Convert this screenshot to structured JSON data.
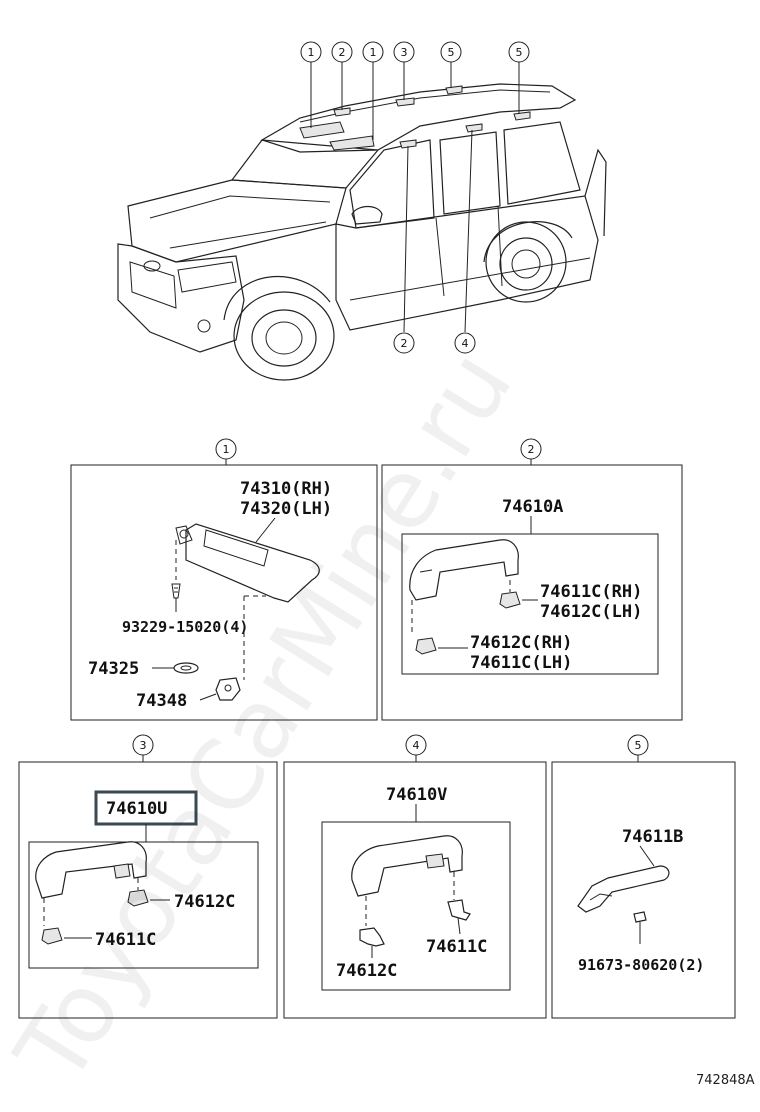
{
  "callouts": [
    "1",
    "2",
    "3",
    "4",
    "5"
  ],
  "panel1": {
    "visor_rh": "74310(RH)",
    "visor_lh": "74320(LH)",
    "screw": "93229-15020(4)",
    "part_74325": "74325",
    "part_74348": "74348"
  },
  "panel2": {
    "assy": "74610A",
    "a": "74611C(RH)",
    "b": "74612C(LH)",
    "c": "74612C(RH)",
    "d": "74611C(LH)"
  },
  "panel3": {
    "assy": "74610U",
    "a": "74612C",
    "b": "74611C"
  },
  "panel4": {
    "assy": "74610V",
    "a": "74611C",
    "b": "74612C"
  },
  "panel5": {
    "assy": "74611B",
    "screw": "91673-80620(2)"
  },
  "figure_code": "742848A",
  "watermark": "ToyotaCarMine.ru"
}
